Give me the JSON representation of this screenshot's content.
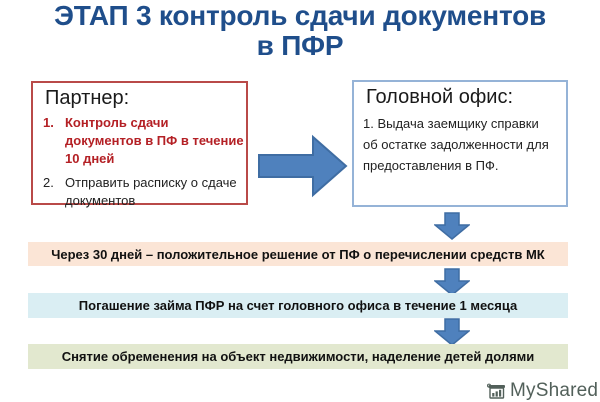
{
  "slide": {
    "title_line1": "ЭТАП 3 контроль сдачи документов",
    "title_line2": "в ПФР"
  },
  "partner_box": {
    "heading": "Партнер:",
    "items": [
      {
        "number": "1.",
        "text": "Контроль сдачи документов в ПФ в течение 10 дней"
      },
      {
        "number": "2.",
        "text": "Отправить расписку о сдаче документов"
      }
    ]
  },
  "office_box": {
    "heading": "Головной офис:",
    "body": "1. Выдача заемщику справки об остатке задолженности для предоставления в ПФ."
  },
  "flow_bars": [
    {
      "text": "Через 30 дней – положительное решение от ПФ о перечислении средств МК",
      "bg": "#fbe5d6"
    },
    {
      "text": "Погашение займа ПФР на счет головного офиса в течение 1 месяца",
      "bg": "#daeef3"
    },
    {
      "text": "Снятие обременения на объект недвижимости, наделение детей долями",
      "bg": "#e2e8cf"
    }
  ],
  "watermark": {
    "text": "MyShared"
  },
  "colors": {
    "title": "#1f4e8b",
    "partner_border": "#b94a48",
    "partner_emphasis": "#b42025",
    "office_border": "#95b3d7",
    "arrow_fill": "#4f81bd",
    "arrow_stroke": "#3f6da3",
    "bar1_bg": "#fbe5d6",
    "bar2_bg": "#daeef3",
    "bar3_bg": "#e2e8cf",
    "watermark": "#52605a"
  }
}
